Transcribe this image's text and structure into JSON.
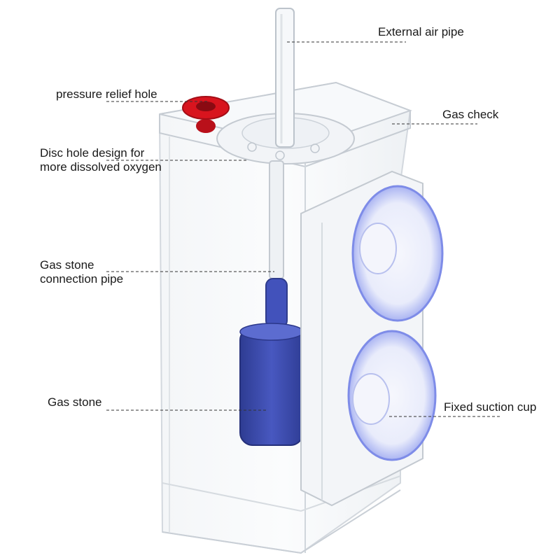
{
  "labels": {
    "external_air_pipe": "External air pipe",
    "pressure_relief_hole": "pressure relief hole",
    "gas_check": "Gas check",
    "disc_hole_design": "Disc hole design for\nmore dissolved oxygen",
    "gas_stone_connection_pipe": "Gas stone\nconnection pipe",
    "gas_stone": "Gas stone",
    "fixed_suction_cup": "Fixed suction cup"
  },
  "colors": {
    "label_text": "#1a1a1a",
    "leader_line": "#333333",
    "acrylic_edge": "#c9cfd6",
    "relief_valve": "#d8141e",
    "gas_stone": "#3c4fb0",
    "suction_cup_rim": "#6f7fe6"
  }
}
